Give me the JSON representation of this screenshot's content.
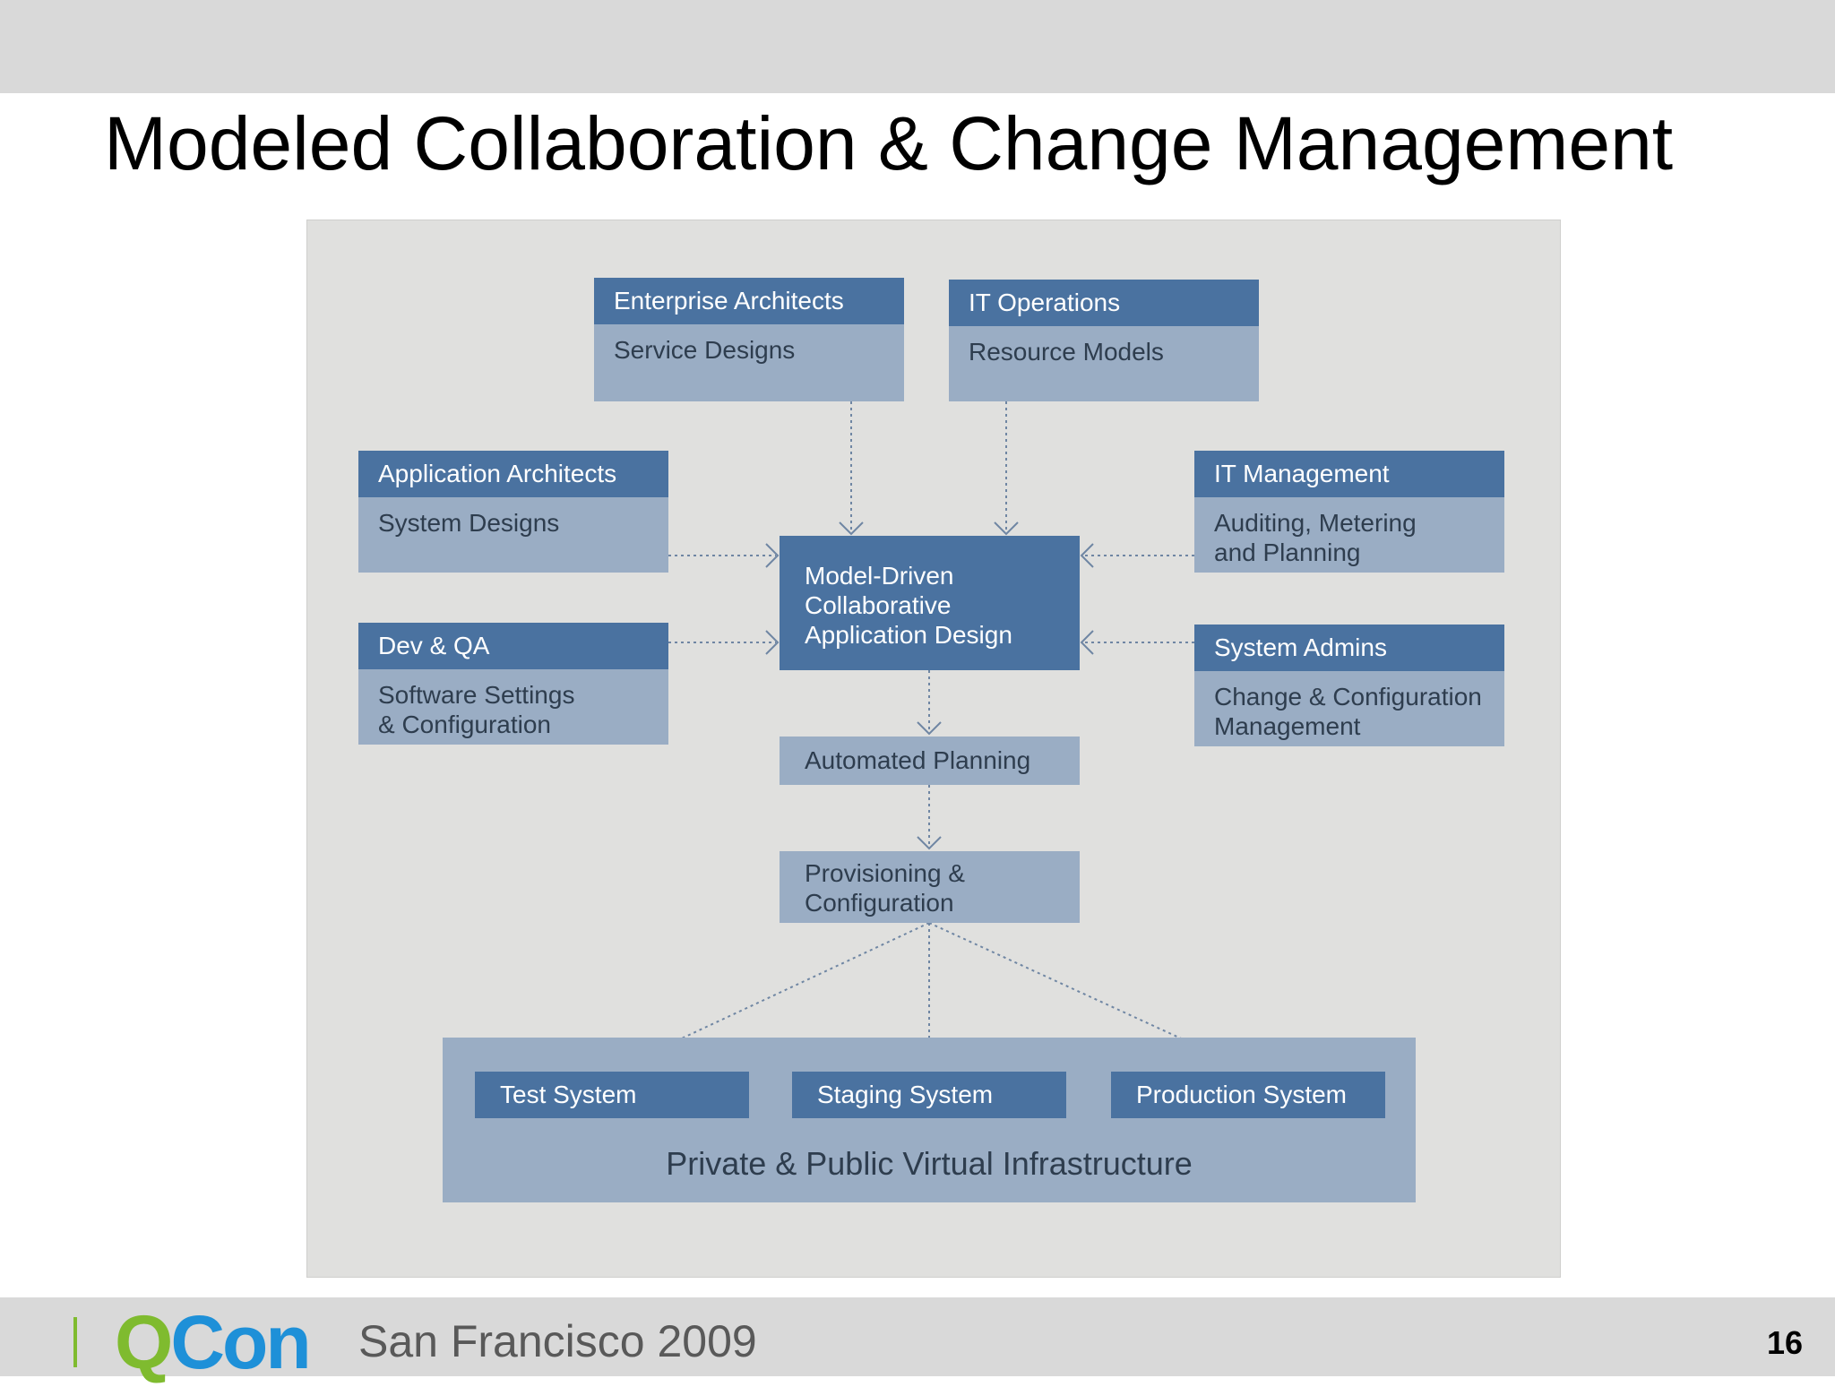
{
  "slide": {
    "title": "Modeled Collaboration & Change Management",
    "footer_text": "San Francisco 2009",
    "page_number": "16",
    "logo": {
      "q": "Q",
      "con": "Con"
    }
  },
  "diagram": {
    "enterprise_architects": {
      "header": "Enterprise Architects",
      "body": "Service Designs"
    },
    "it_operations": {
      "header": "IT Operations",
      "body": "Resource Models"
    },
    "application_architects": {
      "header": "Application Architects",
      "body": "System Designs"
    },
    "it_management": {
      "header": "IT Management",
      "body_line1": "Auditing, Metering",
      "body_line2": "and Planning"
    },
    "dev_qa": {
      "header": "Dev & QA",
      "body_line1": "Software Settings",
      "body_line2": "& Configuration"
    },
    "system_admins": {
      "header": "System Admins",
      "body_line1": "Change & Configuration",
      "body_line2": "Management"
    },
    "center": {
      "line1": "Model-Driven",
      "line2": "Collaborative",
      "line3": "Application Design"
    },
    "automated_planning": "Automated Planning",
    "provisioning": {
      "line1": "Provisioning &",
      "line2": "Configuration"
    },
    "systems": [
      "Test System",
      "Staging System",
      "Production System"
    ],
    "infrastructure": "Private & Public Virtual Infrastructure"
  },
  "colors": {
    "header_blue": "#4a72a0",
    "light_blue": "#9aadc4",
    "panel_gray": "#e0e0de",
    "qcon_green": "#7fbb2f",
    "qcon_blue": "#1e90d8"
  }
}
